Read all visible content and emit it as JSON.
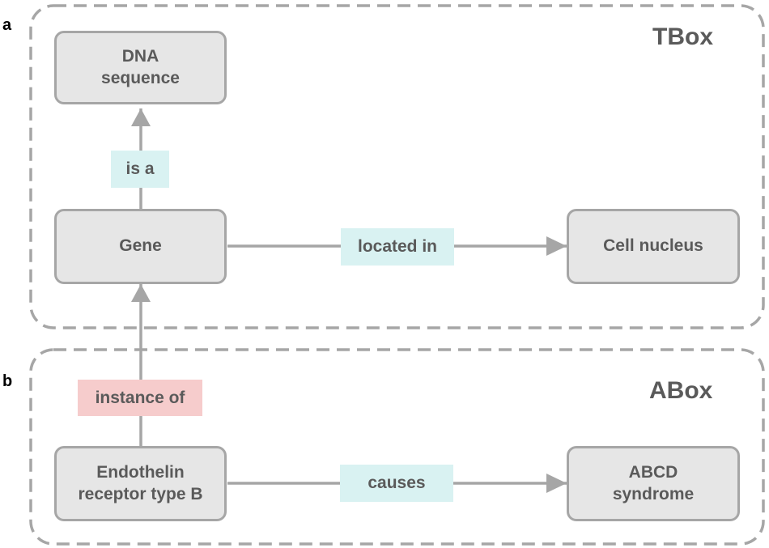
{
  "panels": {
    "a": {
      "letter": "a",
      "title": "TBox"
    },
    "b": {
      "letter": "b",
      "title": "ABox"
    }
  },
  "nodes": {
    "dna_sequence": "DNA\nsequence",
    "gene": "Gene",
    "cell_nucleus": "Cell nucleus",
    "endothelin": "Endothelin\nreceptor type B",
    "abcd": "ABCD\nsyndrome"
  },
  "relations": {
    "is_a": "is a",
    "located_in": "located in",
    "instance_of": "instance of",
    "causes": "causes"
  },
  "colors": {
    "node_fill": "#e6e6e6",
    "node_border": "#a6a6a6",
    "text": "#5a5a5a",
    "relation_teal": "#d9f2f2",
    "relation_pink": "#f6cccc",
    "arrow": "#a6a6a6",
    "dashed_border": "#a6a6a6"
  }
}
